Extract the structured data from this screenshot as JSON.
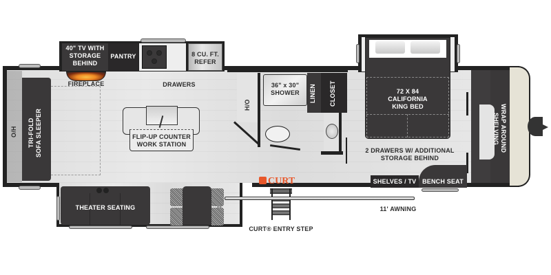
{
  "floorplan": {
    "labels": {
      "tv_storage": "40\" TV WITH STORAGE BEHIND",
      "tv_line1": "40\" TV WITH",
      "tv_line2": "STORAGE",
      "tv_line3": "BEHIND",
      "pantry": "PANTRY",
      "refer_line1": "8 CU. FT.",
      "refer_line2": "REFER",
      "fireplace": "FIREPLACE",
      "drawers": "DRAWERS",
      "oh_left": "O/H",
      "sofa_line1": "TRI-FOLD",
      "sofa_line2": "SOFA SLEEPER",
      "counter_line1": "FLIP-UP COUNTER",
      "counter_line2": "WORK STATION",
      "ho": "H/O",
      "shower_line1": "36\" x 30\"",
      "shower_line2": "SHOWER",
      "linen": "LINEN",
      "closet": "CLOSET",
      "bed_line1": "72 X 84",
      "bed_line2": "CALIFORNIA",
      "bed_line3": "KING BED",
      "drawers_line1": "2 DRAWERS W/ ADDITIONAL",
      "drawers_line2": "STORAGE BEHIND",
      "shelves_tv": "SHELVES / TV",
      "bench_seat": "BENCH SEAT",
      "wrap_shelving": "WRAP AROUND SHELVING",
      "theater_seating": "THEATER SEATING",
      "awning": "11' AWNING",
      "entry_step": "CURT® ENTRY STEP",
      "curt_logo": "CURT"
    },
    "colors": {
      "wall": "#222222",
      "furniture_dark": "#3a3839",
      "floor": "#e2e2e2",
      "cap": "#e6e3d6",
      "curt_orange": "#e8572a",
      "fire": "#f08a24"
    }
  }
}
